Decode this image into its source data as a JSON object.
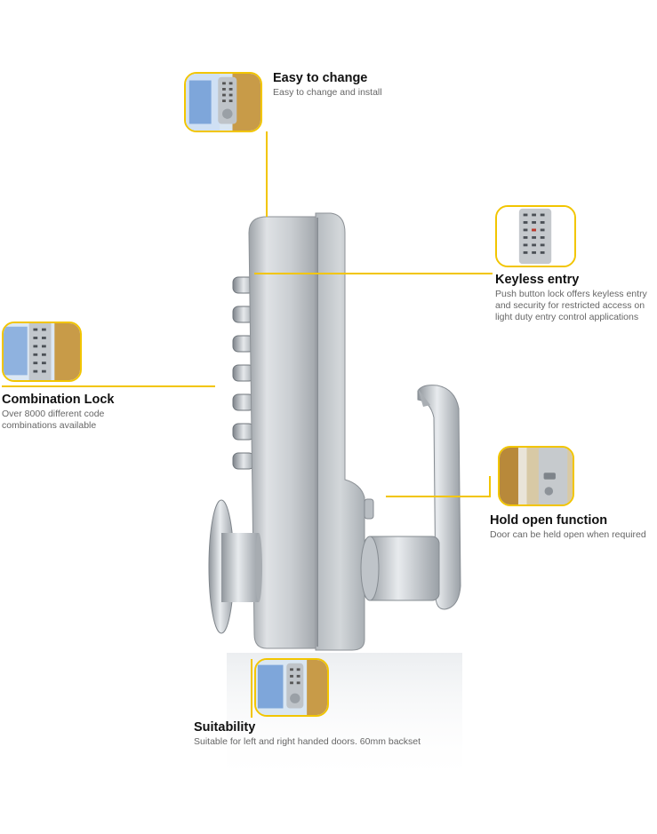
{
  "callouts": {
    "easy_to_change": {
      "title": "Easy to change",
      "desc": "Easy to change and install",
      "thumb_icon": "lock-installed-thumbnail"
    },
    "keyless_entry": {
      "title": "Keyless entry",
      "desc_lines": [
        "Push button lock offers keyless entry",
        "and security for restricted access on",
        "light duty entry control applications"
      ],
      "thumb_icon": "keypad-closeup-thumbnail"
    },
    "combination_lock": {
      "title": "Combination Lock",
      "desc_lines": [
        "Over 8000 different code",
        "combinations available"
      ],
      "thumb_icon": "keypad-on-door-thumbnail"
    },
    "hold_open": {
      "title": "Hold open function",
      "desc": "Door can be held open when required",
      "thumb_icon": "hold-open-latch-thumbnail"
    },
    "suitability": {
      "title": "Suitability",
      "desc": "Suitable for left and right handed doors. 60mm backset",
      "thumb_icon": "door-lock-thumbnail"
    }
  },
  "colors": {
    "accent": "#f2c500",
    "title_text": "#111111",
    "desc_text": "#666666",
    "lock_body": "#c4c8cc"
  },
  "product_image": "mechanical-push-button-door-lock"
}
